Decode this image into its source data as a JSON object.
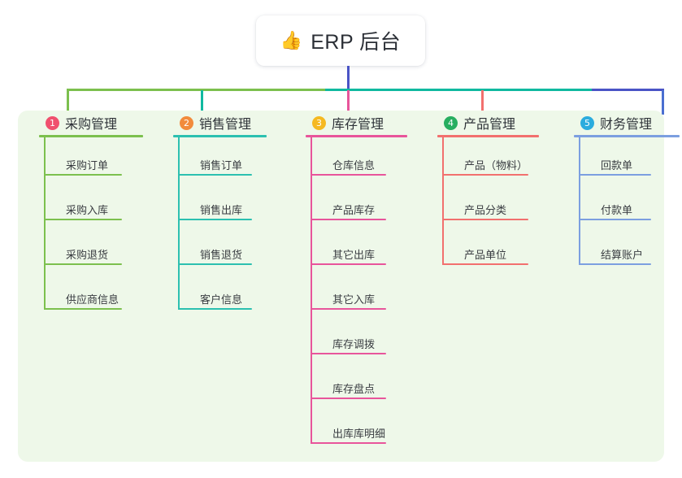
{
  "diagram": {
    "type": "mind-map",
    "root": {
      "emoji": "👍",
      "emoji_name": "thumbs-up-icon",
      "title": "ERP 后台"
    },
    "panel_bg": "#eef8e9",
    "branches": [
      {
        "index": "1",
        "title": "采购管理",
        "color": "#7cc04e",
        "badge_color": "#f0506e",
        "items": [
          "采购订单",
          "采购入库",
          "采购退货",
          "供应商信息"
        ]
      },
      {
        "index": "2",
        "title": "销售管理",
        "color": "#2cc0b0",
        "badge_color": "#f28b3c",
        "items": [
          "销售订单",
          "销售出库",
          "销售退货",
          "客户信息"
        ]
      },
      {
        "index": "3",
        "title": "库存管理",
        "color": "#e8559b",
        "badge_color": "#f5b921",
        "items": [
          "仓库信息",
          "产品库存",
          "其它出库",
          "其它入库",
          "库存调拨",
          "库存盘点",
          "出库库明细"
        ]
      },
      {
        "index": "4",
        "title": "产品管理",
        "color": "#f2706e",
        "badge_color": "#27ae60",
        "items": [
          "产品（物料）",
          "产品分类",
          "产品单位"
        ]
      },
      {
        "index": "5",
        "title": "财务管理",
        "color": "#7c9fe0",
        "badge_color": "#2bacde",
        "items": [
          "回款单",
          "付款单",
          "结算账户"
        ]
      }
    ],
    "connectors": {
      "stem_color": "#4a54c6",
      "bus_left_color": "#7cc04e",
      "bus_mid_color": "#10b9a0",
      "bus_right_color": "#4a54c6"
    }
  }
}
